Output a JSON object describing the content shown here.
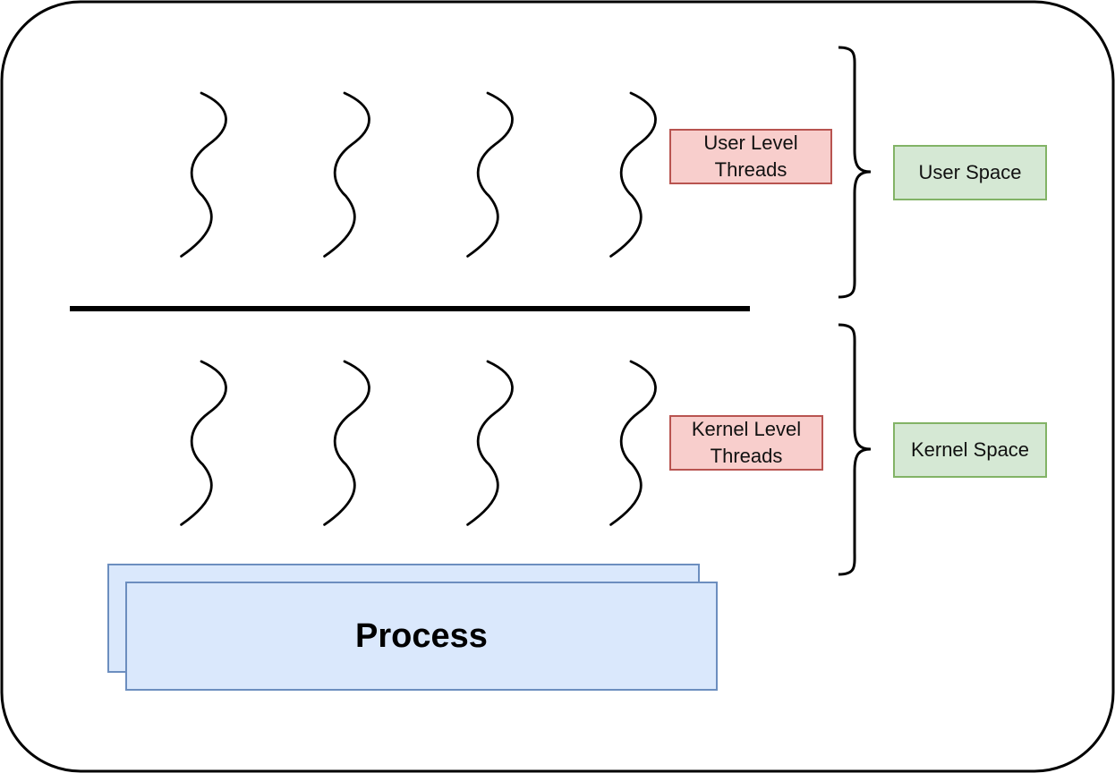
{
  "diagram": {
    "user_threads_label": "User Level Threads",
    "kernel_threads_label": "Kernel Level Threads",
    "user_space_label": "User Space",
    "kernel_space_label": "Kernel Space",
    "process_label": "Process"
  },
  "colors": {
    "outline": "#000000",
    "thread_label_fill": "#f8cecc",
    "thread_label_border": "#b85450",
    "space_label_fill": "#d5e8d4",
    "space_label_border": "#82b366",
    "process_fill": "#dae8fc",
    "process_border": "#6c8ebf"
  },
  "icons": {
    "thread": "wavy-thread-icon",
    "brace": "curly-brace-icon"
  }
}
